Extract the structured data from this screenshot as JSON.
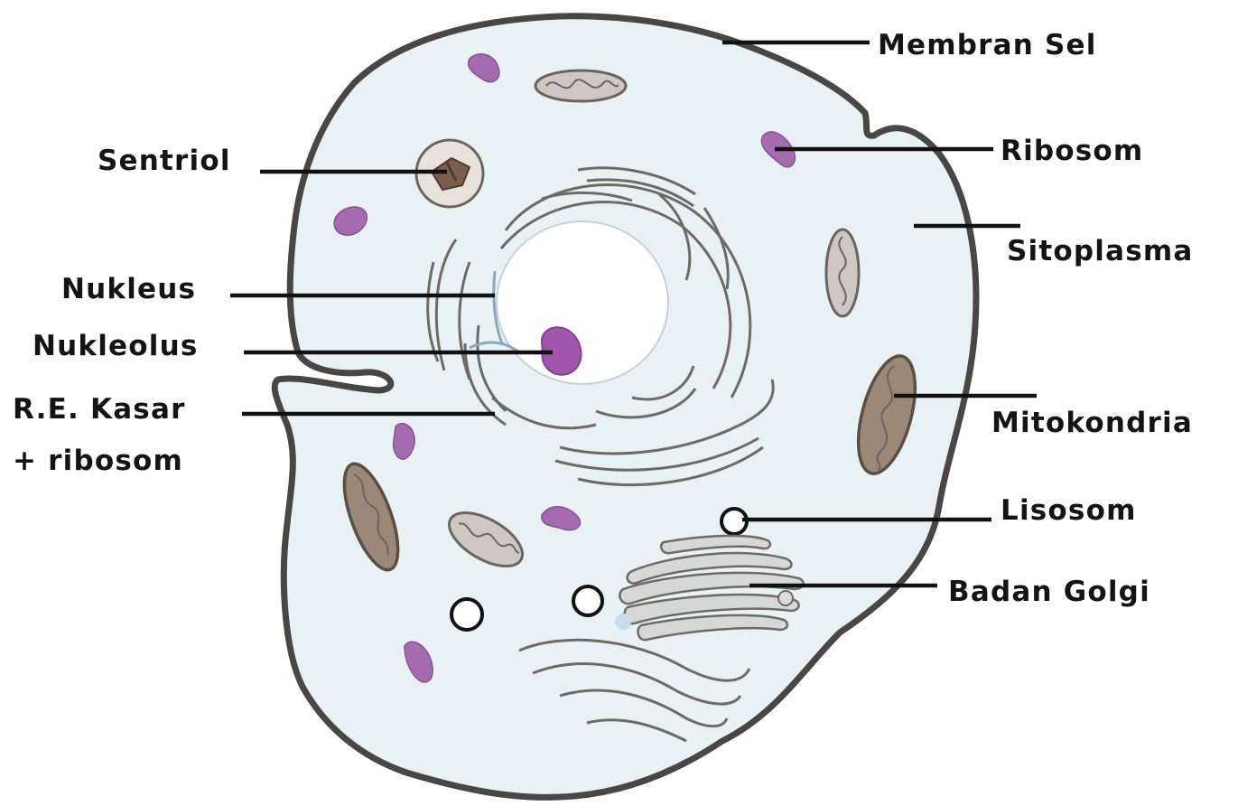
{
  "diagram": {
    "labels": {
      "membran_sel": "Membran Sel",
      "ribosom": "Ribosom",
      "sitoplasma": "Sitoplasma",
      "mitokondria": "Mitokondria",
      "lisosom": "Lisosom",
      "badan_golgi": "Badan Golgi",
      "sentriol": "Sentriol",
      "nukleus": "Nukleus",
      "nukleolus": "Nukleolus",
      "re_kasar_1": "R.E. Kasar",
      "re_kasar_2": "+ ribosom"
    },
    "colors": {
      "cytoplasm": "#e8f2f4",
      "membrane": "#4a4644",
      "ribosome": "#a56bb1",
      "organelle_outline": "#6f6a66",
      "label_text": "#141414"
    }
  }
}
